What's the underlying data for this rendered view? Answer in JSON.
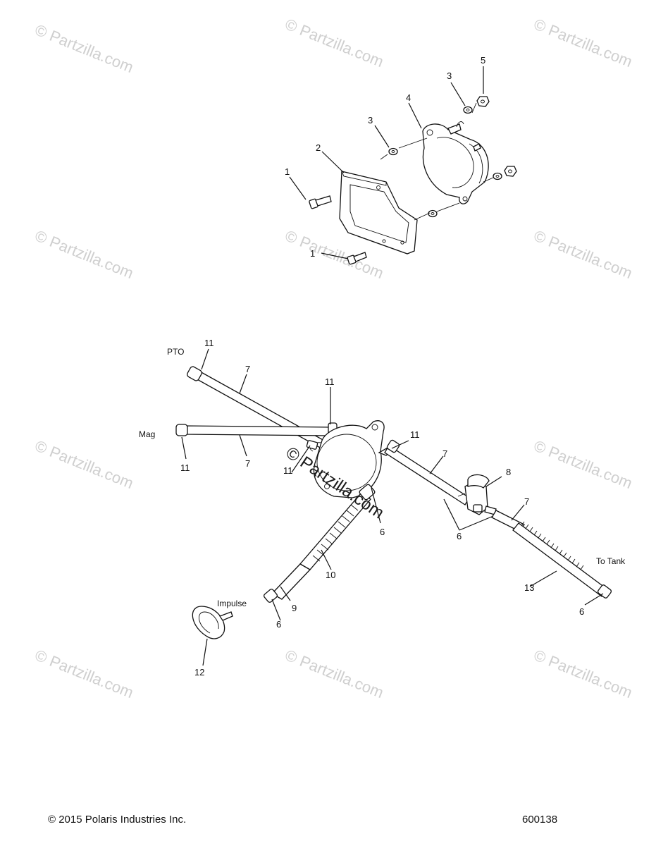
{
  "watermark": {
    "text": "© Partzilla.com",
    "center_text": "© Partzilla.com"
  },
  "callouts": {
    "c1a": "1",
    "c1b": "1",
    "c2": "2",
    "c3a": "3",
    "c3b": "3",
    "c4": "4",
    "c5": "5",
    "c11pto": "11",
    "c7pto": "7",
    "c11top": "11",
    "c11mag": "11",
    "c7mag": "7",
    "c11left": "11",
    "c11right": "11",
    "c7right": "7",
    "c8": "8",
    "c7far": "7",
    "c6mid": "6",
    "c6junc": "6",
    "c10": "10",
    "c9": "9",
    "c6imp": "6",
    "c13": "13",
    "c6tank": "6",
    "c12": "12"
  },
  "labels": {
    "pto": "PTO",
    "mag": "Mag",
    "impulse": "Impulse",
    "to_tank": "To Tank"
  },
  "footer": {
    "copyright": "© 2015 Polaris Industries Inc.",
    "diagram_number": "600138"
  }
}
